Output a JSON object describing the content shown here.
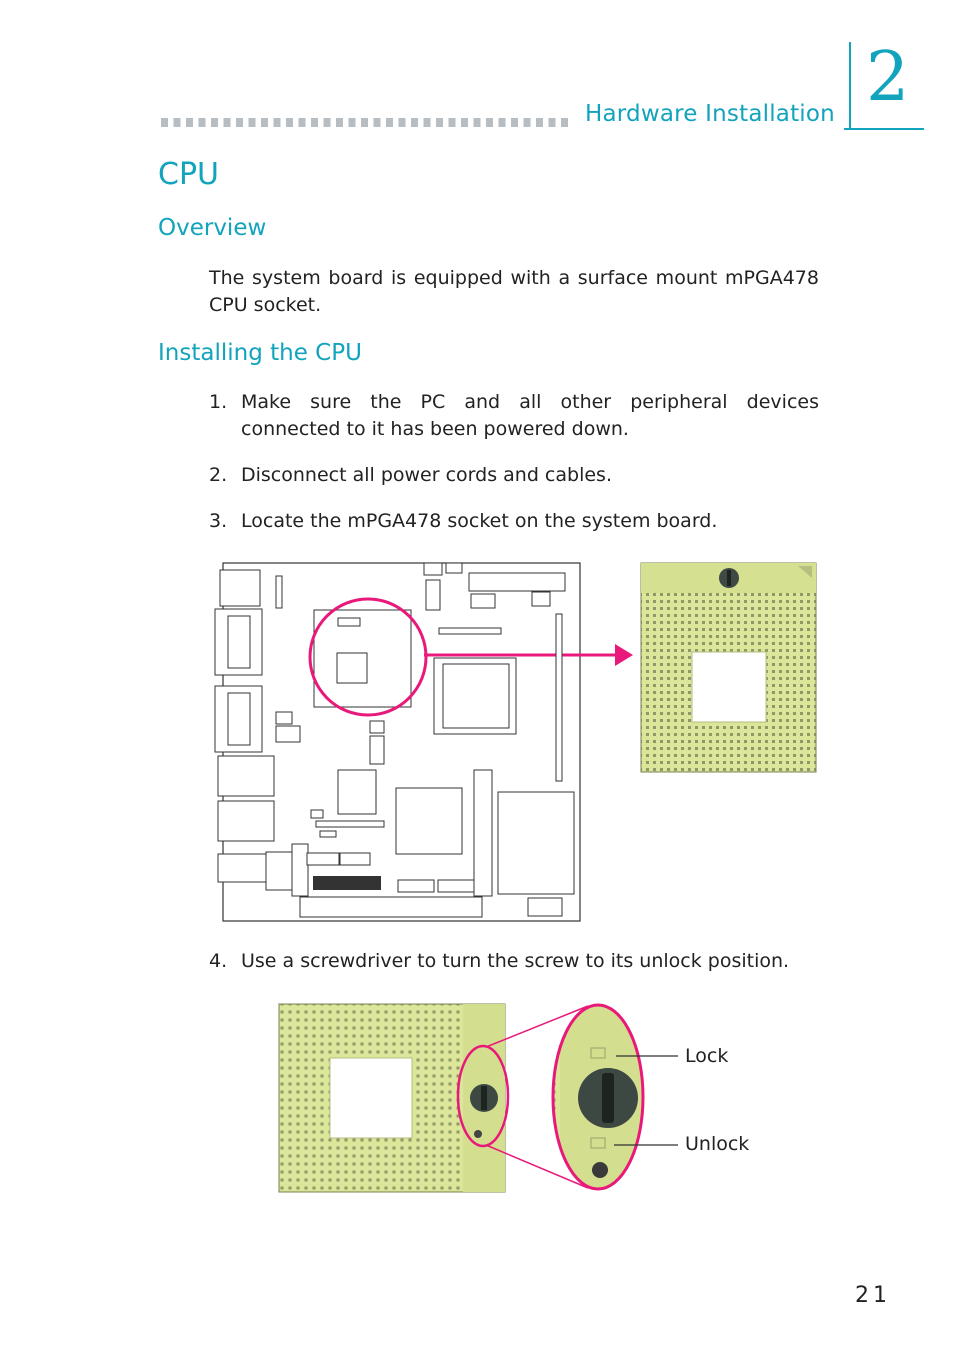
{
  "header": {
    "section_title": "Hardware Installation",
    "chapter_number": "2"
  },
  "page": {
    "title": "CPU",
    "overview_heading": "Overview",
    "overview_text": "The system board is equipped with a surface mount mPGA478 CPU socket.",
    "install_heading": "Installing the CPU",
    "steps": [
      {
        "num": "1.",
        "text": "Make sure the PC and all other peripheral devices connected to it has been powered down."
      },
      {
        "num": "2.",
        "text": "Disconnect all power cords and cables."
      },
      {
        "num": "3.",
        "text": "Locate the mPGA478 socket on the system board."
      },
      {
        "num": "4.",
        "text": "Use a screwdriver to turn the screw to its unlock position."
      }
    ],
    "page_number": "21"
  },
  "figure2": {
    "lock_label": "Lock",
    "unlock_label": "Unlock"
  },
  "colors": {
    "accent": "#12a3bd",
    "highlight": "#e8197a",
    "socket": "#dbe69a"
  }
}
